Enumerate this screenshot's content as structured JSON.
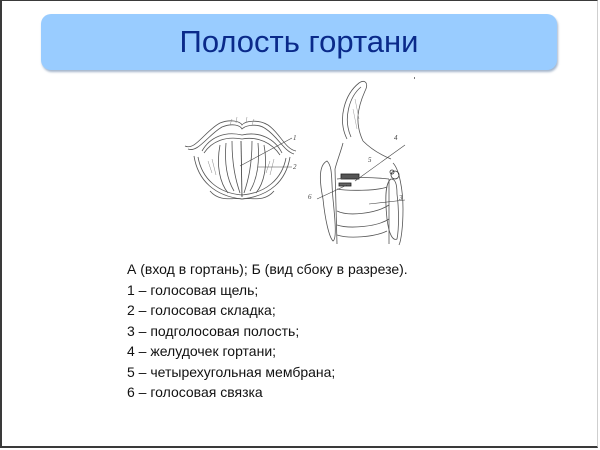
{
  "slide": {
    "title": "Полость гортани",
    "colors": {
      "banner_fill": "#99ccff",
      "title_text": "#0a2a8a",
      "body_text": "#111111",
      "frame_border": "#3a3a3a"
    }
  },
  "figures": {
    "left": {
      "description": "laryngeal-inlet-top-view-illustration",
      "labels": [
        "1",
        "2"
      ]
    },
    "right": {
      "description": "larynx-sagittal-section-illustration",
      "labels": [
        "4",
        "5",
        "6",
        "3"
      ]
    }
  },
  "caption": {
    "intro": "А (вход в гортань); Б (вид сбоку в разрезе).",
    "items": [
      "1 – голосовая щель;",
      "2 – голосовая складка;",
      "3 – подголосовая полость;",
      "4 – желудочек гортани;",
      "5 – четырехугольная мембрана;",
      "6 – голосовая связка"
    ]
  }
}
